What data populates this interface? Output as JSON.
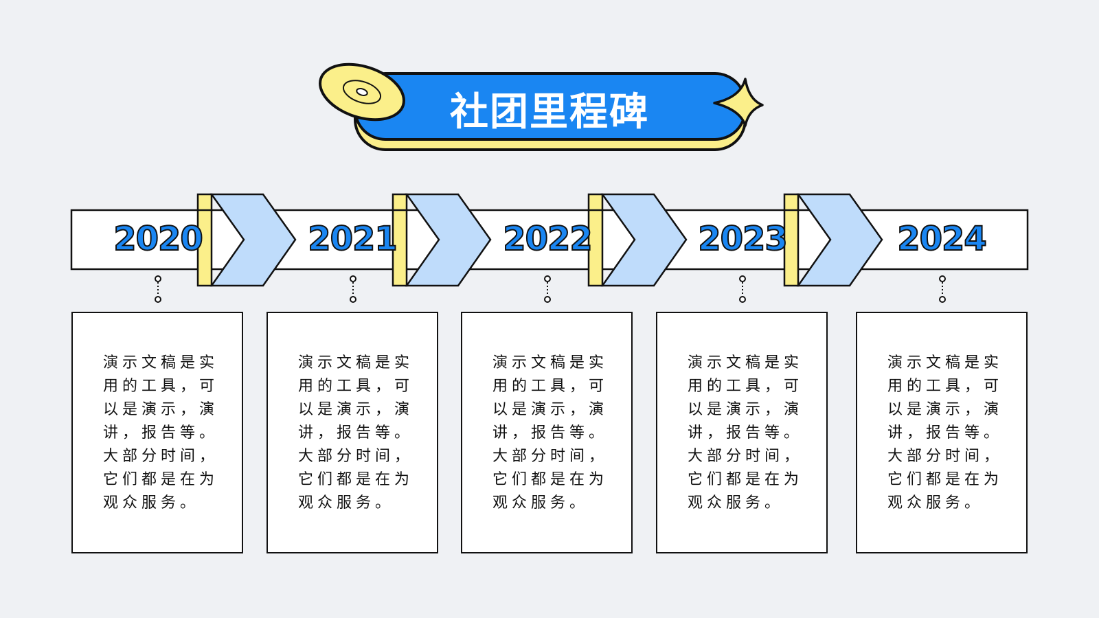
{
  "title": "社团里程碑",
  "colors": {
    "background": "#eff1f4",
    "accent_blue": "#1a86f2",
    "chevron_light_blue": "#bfdcfb",
    "accent_yellow": "#fbef8a",
    "outline": "#111111"
  },
  "milestones": [
    {
      "year": "2020",
      "text": "演示文稿是实用的工具，可以是演示，演讲，报告等。大部分时间，它们都是在为观众服务。"
    },
    {
      "year": "2021",
      "text": "演示文稿是实用的工具，可以是演示，演讲，报告等。大部分时间，它们都是在为观众服务。"
    },
    {
      "year": "2022",
      "text": "演示文稿是实用的工具，可以是演示，演讲，报告等。大部分时间，它们都是在为观众服务。"
    },
    {
      "year": "2023",
      "text": "演示文稿是实用的工具，可以是演示，演讲，报告等。大部分时间，它们都是在为观众服务。"
    },
    {
      "year": "2024",
      "text": "演示文稿是实用的工具，可以是演示，演讲，报告等。大部分时间，它们都是在为观众服务。"
    }
  ]
}
